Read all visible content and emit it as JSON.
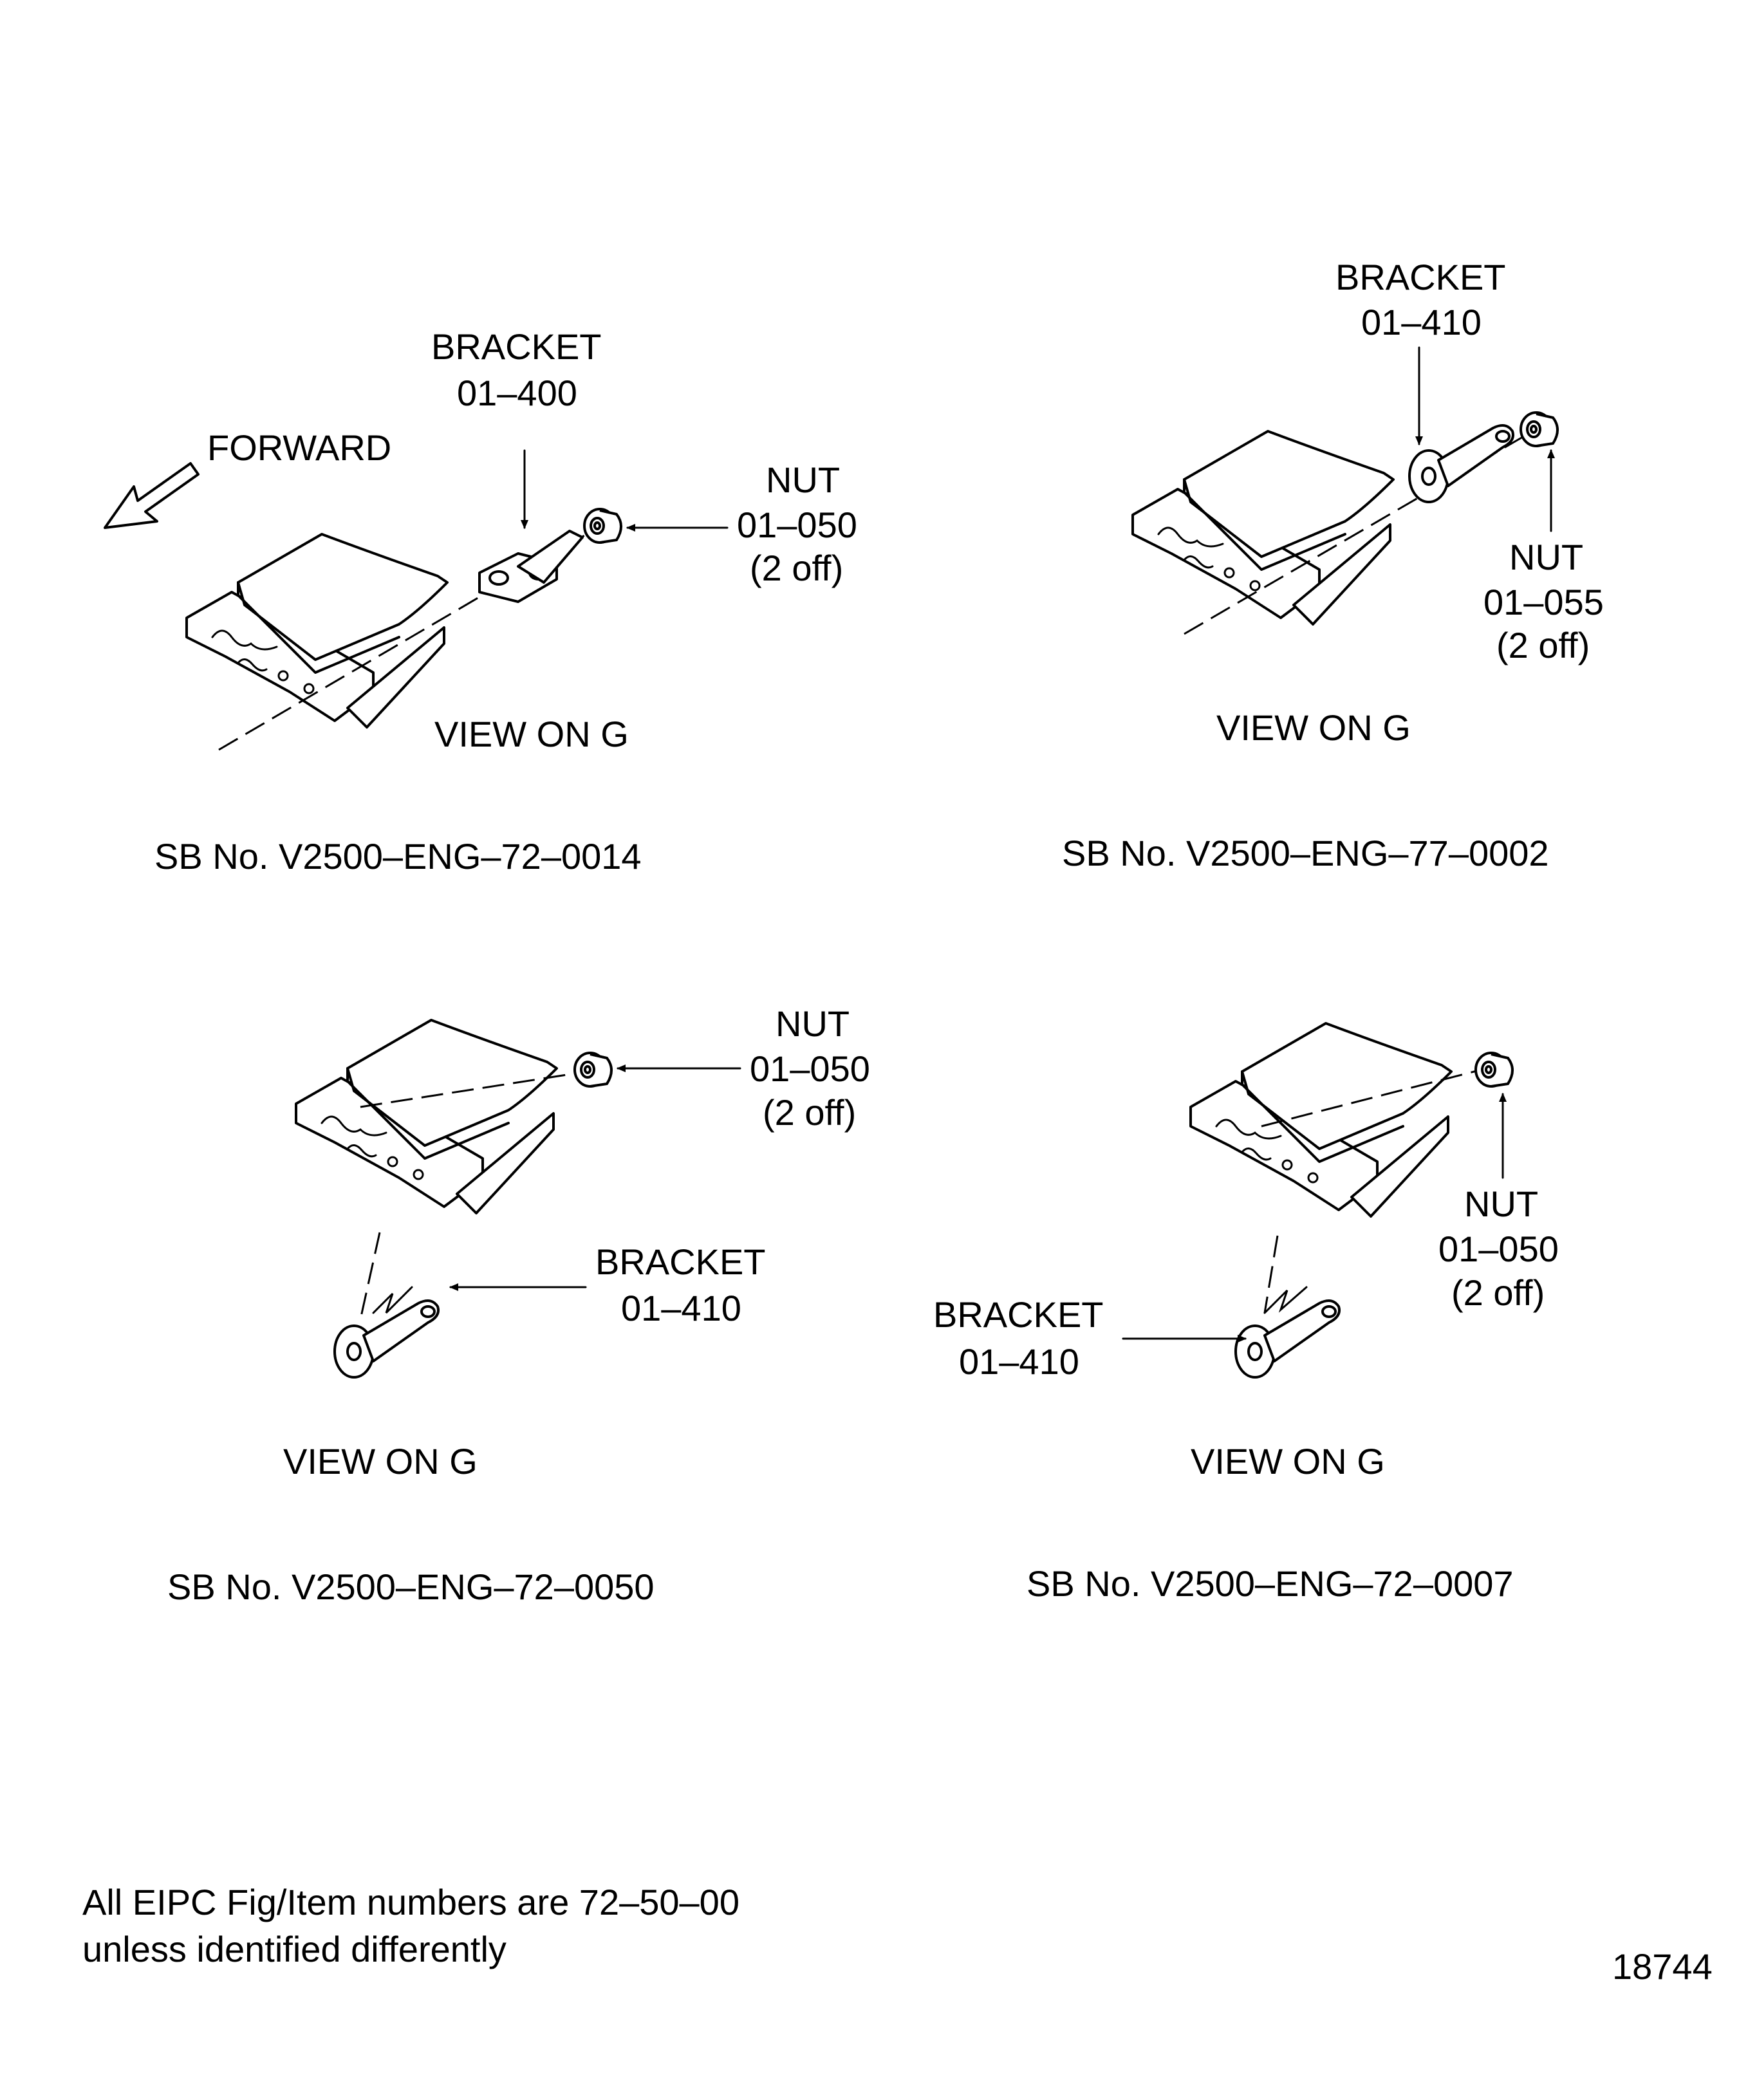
{
  "forward_label": "FORWARD",
  "views": [
    {
      "bracket": {
        "name": "BRACKET",
        "ref": "01–400"
      },
      "nut": {
        "name": "NUT",
        "ref": "01–050",
        "qty": "(2 off)"
      },
      "view_label": "VIEW ON G",
      "sb_number": "SB No. V2500–ENG–72–0014"
    },
    {
      "bracket": {
        "name": "BRACKET",
        "ref": "01–410"
      },
      "nut": {
        "name": "NUT",
        "ref": "01–055",
        "qty": "(2 off)"
      },
      "view_label": "VIEW ON G",
      "sb_number": "SB No. V2500–ENG–77–0002"
    },
    {
      "bracket": {
        "name": "BRACKET",
        "ref": "01–410"
      },
      "nut": {
        "name": "NUT",
        "ref": "01–050",
        "qty": "(2 off)"
      },
      "view_label": "VIEW ON G",
      "sb_number": "SB No. V2500–ENG–72–0050"
    },
    {
      "bracket": {
        "name": "BRACKET",
        "ref": "01–410"
      },
      "nut": {
        "name": "NUT",
        "ref": "01–050",
        "qty": "(2 off)"
      },
      "view_label": "VIEW ON G",
      "sb_number": "SB No. V2500–ENG–72–0007"
    }
  ],
  "footnote": {
    "line1": "All EIPC Fig/Item numbers are 72–50–00",
    "line2": "unless identified differently"
  },
  "figure_number": "18744"
}
